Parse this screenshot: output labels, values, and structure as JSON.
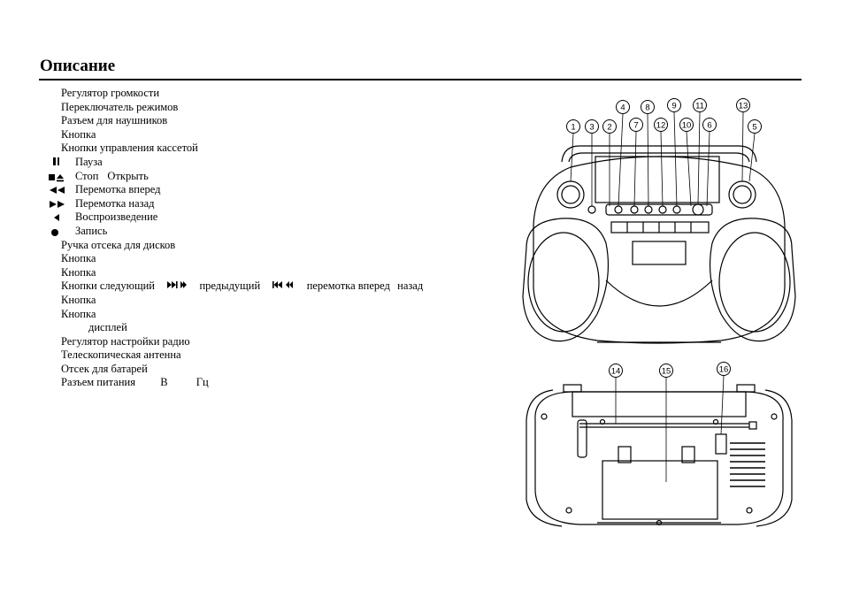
{
  "page": {
    "title": "Описание"
  },
  "items": [
    {
      "text": "Регулятор громкости"
    },
    {
      "text": "Переключатель режимов"
    },
    {
      "text": "Разъем для наушников"
    },
    {
      "text": "Кнопка"
    },
    {
      "text": "Кнопки управления кассетой"
    },
    {
      "symbol": "pause-icon",
      "text": "Пауза"
    },
    {
      "symbol": "stop-eject-icon",
      "text": "Стоп",
      "text2": "Открыть"
    },
    {
      "symbol": "fast-forward-icon",
      "text": "Перемотка вперед"
    },
    {
      "symbol": "rewind-icon",
      "text": "Перемотка назад"
    },
    {
      "symbol": "play-icon",
      "text": "Воспроизведение"
    },
    {
      "symbol": "record-icon",
      "text": "Запись"
    },
    {
      "text": "Ручка отсека для дисков"
    },
    {
      "text": "Кнопка"
    },
    {
      "text": "Кнопка"
    },
    {
      "text": "Кнопки следующий",
      "text2": "предыдущий",
      "text3": "перемотка вперед",
      "text4": "назад"
    },
    {
      "text": "Кнопка"
    },
    {
      "text": "Кнопка"
    },
    {
      "text": "дисплей"
    },
    {
      "text": "Регулятор настройки радио"
    },
    {
      "text": "Телескопическая антенна"
    },
    {
      "text": "Отсек для батарей"
    },
    {
      "text": "Разъем питания",
      "text2": "В",
      "text3": "Гц"
    }
  ],
  "front_callouts": [
    "1",
    "3",
    "2",
    "4",
    "7",
    "8",
    "12",
    "9",
    "10",
    "11",
    "6",
    "13",
    "5"
  ],
  "rear_callouts": [
    "14",
    "15",
    "16"
  ]
}
